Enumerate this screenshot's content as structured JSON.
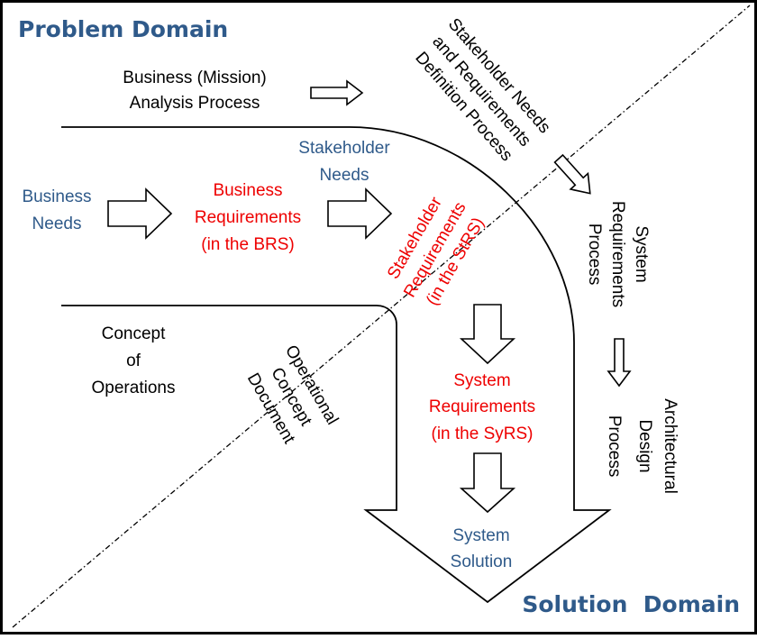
{
  "colors": {
    "domain_title": "#2f5a8a",
    "need_text": "#2f5a8a",
    "requirement_text": "#ee0000",
    "process_text": "#000000"
  },
  "domains": {
    "problem": "Problem Domain",
    "solution": "Solution  Domain"
  },
  "business_analysis": {
    "line1": "Business (Mission)",
    "line2": "Analysis Process"
  },
  "stakeholder_process": {
    "line1": "Stakeholder Needs",
    "line2": "and Requirements",
    "line3": "Definition Process"
  },
  "stakeholder_needs": {
    "line1": "Stakeholder",
    "line2": "Needs"
  },
  "business_needs": {
    "line1": "Business",
    "line2": "Needs"
  },
  "business_requirements": {
    "line1": "Business",
    "line2": "Requirements",
    "line3": "(in the BRS)"
  },
  "stakeholder_requirements": {
    "line1": "Stakeholder",
    "line2": "Requirements",
    "line3": "(in the StRS)"
  },
  "system_req_process": {
    "line1": "System",
    "line2": "Requirements",
    "line3": "Process"
  },
  "concept_of_operations": {
    "line1": "Concept",
    "line2": "of",
    "line3": "Operations"
  },
  "operational_concept": {
    "line1": "Operational",
    "line2": "Concept",
    "line3": "Document"
  },
  "system_requirements": {
    "line1": "System",
    "line2": "Requirements",
    "line3": "(in the SyRS)"
  },
  "architectural_design": {
    "line1": "Architectural",
    "line2": "Design",
    "line3": "Process"
  },
  "system_solution": {
    "line1": "System",
    "line2": "Solution"
  }
}
